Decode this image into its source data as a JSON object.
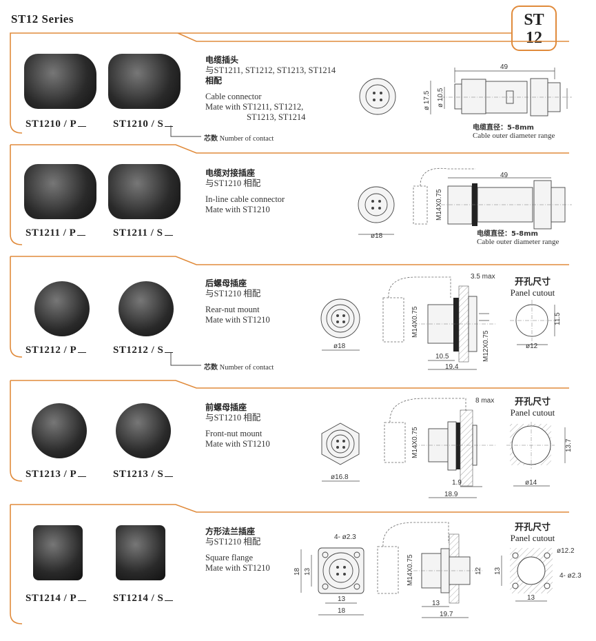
{
  "header": {
    "title": "ST12 Series",
    "badge_line1": "ST",
    "badge_line2": "12"
  },
  "accent_color": "#e08a3a",
  "contact_note": {
    "cn": "芯数",
    "en": "Number of contact"
  },
  "panel_cutout": {
    "cn": "开孔尺寸",
    "en": "Panel cutout"
  },
  "cable_range": {
    "cn": "电缆直径：5-8mm",
    "en": "Cable outer  diameter range"
  },
  "sections": [
    {
      "plug": "ST1210 / P",
      "socket": "ST1210 / S",
      "cn1": "电缆插头",
      "cn2": "与ST1211, ST1212, ST1213, ST1214",
      "cn3": "相配",
      "en1": "Cable connector",
      "en2": "Mate with ST1211,  ST1212,",
      "en3": "ST1213,   ST1214",
      "dims": {
        "length": "49",
        "d1": "ø 17.5",
        "d2": "ø 10.5"
      }
    },
    {
      "plug": "ST1211 / P",
      "socket": "ST1211 / S",
      "cn1": "电缆对接插座",
      "cn2": "与ST1210 相配",
      "en1": "In-line cable connector",
      "en2": "Mate with  ST1210",
      "dims": {
        "front": "ø18",
        "length": "49",
        "thread": "M14X0.75"
      }
    },
    {
      "plug": "ST1212 / P",
      "socket": "ST1212 / S",
      "cn1": "后螺母插座",
      "cn2": "与ST1210 相配",
      "en1": "Rear-nut mount",
      "en2": "Mate with  ST1210",
      "dims": {
        "front": "ø18",
        "max": "3.5 max",
        "thread1": "M14X0.75",
        "thread2": "M12X0.75",
        "a": "10.5",
        "b": "19.4",
        "cut_h": "11.5",
        "cut_d": "ø12"
      }
    },
    {
      "plug": "ST1213 / P",
      "socket": "ST1213 / S",
      "cn1": "前螺母插座",
      "cn2": "与ST1210 相配",
      "en1": "Front-nut mount",
      "en2": "Mate with  ST1210",
      "dims": {
        "front": "ø16.8",
        "max": "8 max",
        "thread1": "M14X0.75",
        "a": "1.9",
        "b": "18.9",
        "cut_h": "13.7",
        "cut_d": "ø14"
      }
    },
    {
      "plug": "ST1214 / P",
      "socket": "ST1214 / S",
      "cn1": "方形法兰插座",
      "cn2": "与ST1210 相配",
      "en1": "Square flange",
      "en2": "Mate with  ST1210",
      "dims": {
        "holes": "4- ø2.3",
        "outer": "18",
        "inner": "13",
        "thread1": "M14X0.75",
        "h": "12",
        "a": "13",
        "b": "19.7",
        "cut_d": "ø12.2",
        "cut_holes": "4- ø2.3",
        "cut_w": "13",
        "cut_h": "13"
      }
    }
  ]
}
